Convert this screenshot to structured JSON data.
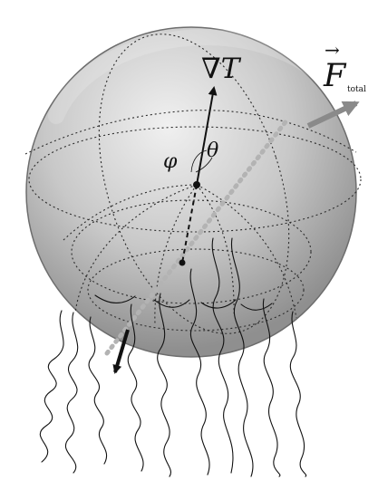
{
  "labels": {
    "grad_T": "∇T",
    "force_main": "F",
    "force_vector_mark": "→",
    "force_subscript": "total",
    "phi": "φ",
    "theta": "θ"
  },
  "colors": {
    "sphere_fill": "#bdbdbd",
    "sphere_stroke": "#6d6d6d",
    "dotted_guides": "#2b2b2b",
    "force_arrow": "#8a8a8a",
    "dark_arrows": "#111111"
  },
  "icons": {
    "force_arrow": "gray-arrow-icon",
    "gradient_arrow": "black-arrow-icon",
    "lower_arrow": "black-arrow-icon"
  }
}
